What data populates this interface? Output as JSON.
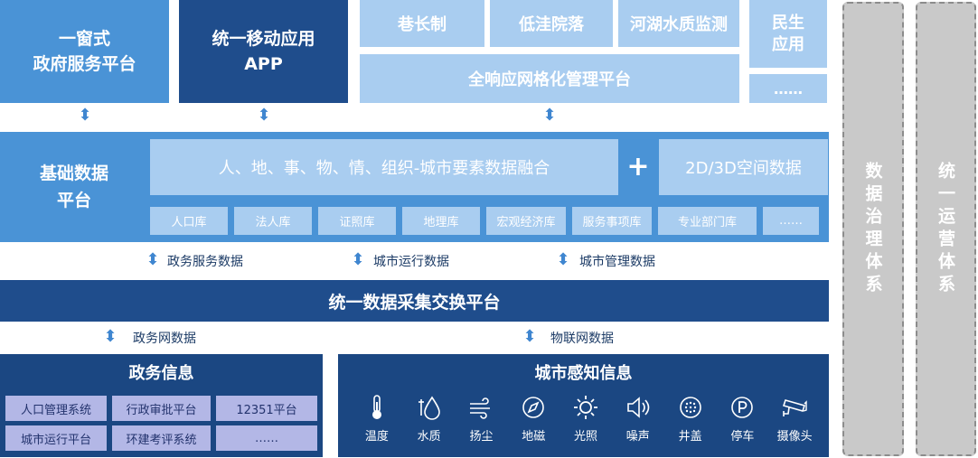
{
  "top": {
    "gov_service": "一窗式\n政府服务平台",
    "mobile_app": "统一移动应用\nAPP",
    "alley_head": "巷长制",
    "lowland": "低洼院落",
    "water_monitor": "河湖水质监测",
    "livelihood": "民生\n应用",
    "ellipsis": "……",
    "grid_platform": "全响应网格化管理平台"
  },
  "base": {
    "title": "基础数据\n平台",
    "fusion": "人、地、事、物、情、组织-城市要素数据融合",
    "plus": "+",
    "spatial": "2D/3D空间数据",
    "libraries": [
      "人口库",
      "法人库",
      "证照库",
      "地理库",
      "宏观经济库",
      "服务事项库",
      "专业部门库",
      "……"
    ]
  },
  "flows": {
    "gov_service_data": "政务服务数据",
    "city_run_data": "城市运行数据",
    "city_mgmt_data": "城市管理数据",
    "gov_net_data": "政务网数据",
    "iot_data": "物联网数据"
  },
  "exchange": {
    "title": "统一数据采集交换平台"
  },
  "gov_info": {
    "title": "政务信息",
    "systems": [
      "人口管理系统",
      "行政审批平台",
      "12351平台",
      "城市运行平台",
      "环建考评系统",
      "……"
    ]
  },
  "city_sense": {
    "title": "城市感知信息",
    "sensors": [
      {
        "label": "温度",
        "icon": "thermometer-icon"
      },
      {
        "label": "水质",
        "icon": "water-drop-icon"
      },
      {
        "label": "扬尘",
        "icon": "wind-dust-icon"
      },
      {
        "label": "地磁",
        "icon": "compass-icon"
      },
      {
        "label": "光照",
        "icon": "sun-icon"
      },
      {
        "label": "噪声",
        "icon": "speaker-icon"
      },
      {
        "label": "井盖",
        "icon": "manhole-icon"
      },
      {
        "label": "停车",
        "icon": "parking-icon"
      },
      {
        "label": "摄像头",
        "icon": "camera-icon"
      }
    ]
  },
  "side": {
    "governance": "数据治理体系",
    "operation": "统一运营体系"
  },
  "colors": {
    "mid_blue": "#4a93d6",
    "dark_blue": "#1f4d8c",
    "light_blue": "#a9cdf0",
    "navy": "#1b4782",
    "lavender": "#b3b7e6",
    "arrow": "#3f86d0"
  }
}
